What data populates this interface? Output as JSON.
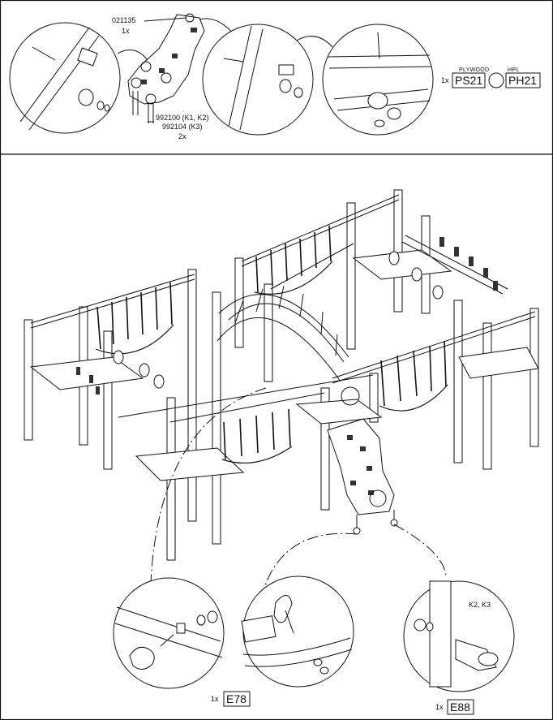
{
  "header": {
    "part_number": "021135",
    "part_qty": "1x",
    "bolt_codes": [
      "992100 (K1, K2)",
      "992104 (K3)"
    ],
    "bolt_qty": "2x",
    "panel_qty": "1x",
    "plywood_label": "PLYWOOD",
    "plywood_code": "PS21",
    "hpl_label": "HPL",
    "hpl_code": "PH21"
  },
  "details": {
    "e78_qty": "1x",
    "e78_code": "E78",
    "e88_qty": "1x",
    "e88_code": "E88",
    "e88_note": "K2, K3"
  }
}
